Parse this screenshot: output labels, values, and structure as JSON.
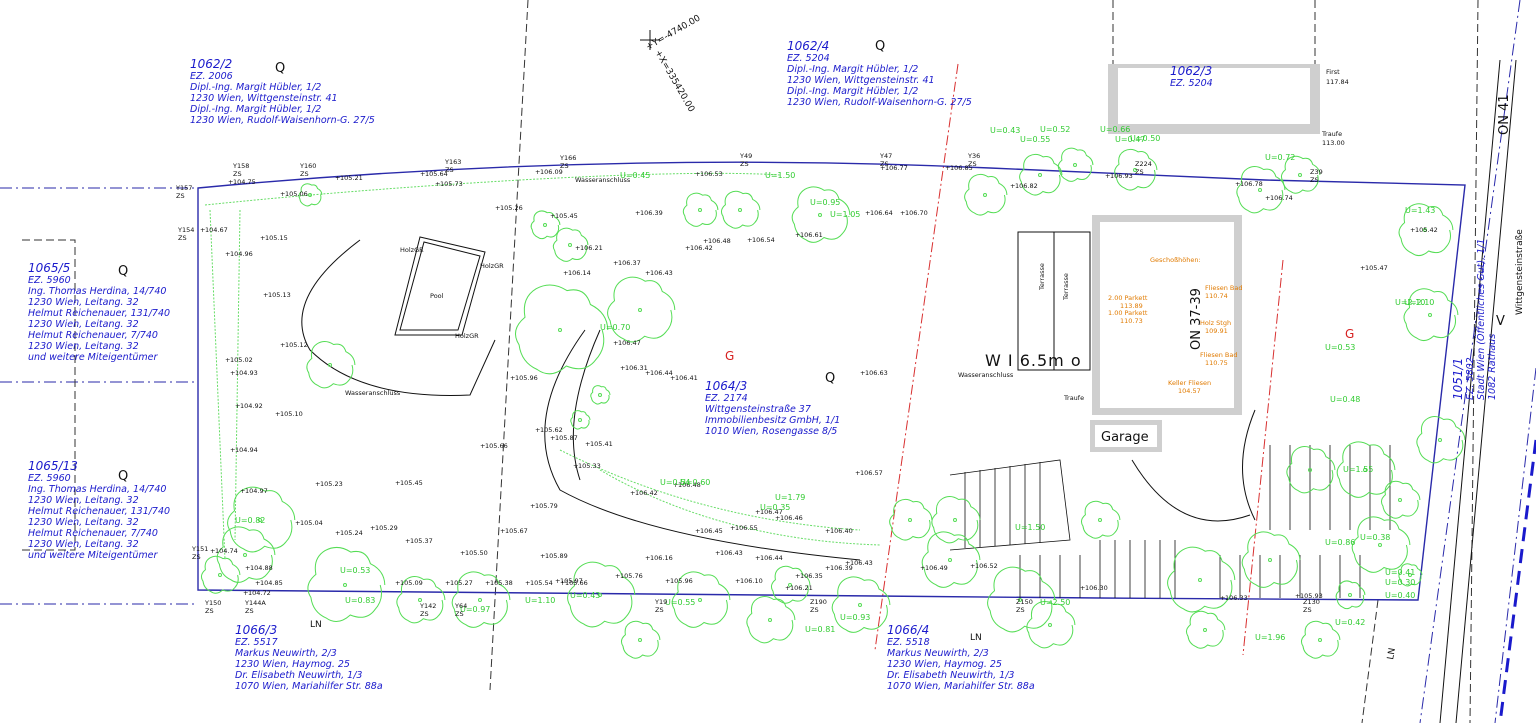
{
  "parcels": [
    {
      "id": "p1062_2",
      "lines": [
        "1062/2",
        "EZ. 2006",
        "Dipl.-Ing. Margit Hübler, 1/2",
        "1230 Wien, Wittgensteinstr. 41",
        "Dipl.-Ing. Margit Hübler, 1/2",
        "1230 Wien, Rudolf-Waisenhorn-G. 27/5"
      ]
    },
    {
      "id": "p1062_4",
      "lines": [
        "1062/4",
        "EZ. 5204",
        "Dipl.-Ing. Margit Hübler, 1/2",
        "1230 Wien, Wittgensteinstr. 41",
        "Dipl.-Ing. Margit Hübler, 1/2",
        "1230 Wien, Rudolf-Waisenhorn-G. 27/5"
      ]
    },
    {
      "id": "p1062_3",
      "lines": [
        "1062/3",
        "EZ. 5204"
      ]
    },
    {
      "id": "p1065_5",
      "lines": [
        "1065/5",
        "EZ. 5960",
        "Ing. Thomas Herdina, 14/740",
        "1230 Wien, Leitang. 32",
        "Helmut Reichenauer, 131/740",
        "1230 Wien, Leitang. 32",
        "Helmut Reichenauer, 7/740",
        "1230 Wien, Leitang. 32",
        "und weitere Miteigentümer"
      ]
    },
    {
      "id": "p1065_13",
      "lines": [
        "1065/13",
        "EZ. 5960",
        "Ing. Thomas Herdina, 14/740",
        "1230 Wien, Leitang. 32",
        "Helmut Reichenauer, 131/740",
        "1230 Wien, Leitang. 32",
        "Helmut Reichenauer, 7/740",
        "1230 Wien, Leitang. 32",
        "und weitere Miteigentümer"
      ]
    },
    {
      "id": "p1064_3",
      "lines": [
        "1064/3",
        "EZ. 2174",
        "Wittgensteinstraße 37",
        "Immobilienbesitz GmbH, 1/1",
        "1010 Wien, Rosengasse 8/5"
      ]
    },
    {
      "id": "p1066_3",
      "lines": [
        "1066/3",
        "EZ. 5517",
        "Markus Neuwirth, 2/3",
        "1230 Wien, Haymog. 25",
        "Dr. Elisabeth Neuwirth, 1/3",
        "1070 Wien, Mariahilfer Str. 88a"
      ]
    },
    {
      "id": "p1066_4",
      "lines": [
        "1066/4",
        "EZ. 5518",
        "Markus Neuwirth, 2/3",
        "1230 Wien, Haymog. 25",
        "Dr. Elisabeth Neuwirth, 1/3",
        "1070 Wien, Mariahilfer Str. 88a"
      ]
    },
    {
      "id": "p1051_1",
      "lines": [
        "1051/1",
        "EZ. 5802",
        "Stadt Wien (Öffentliches Gut), 1/1",
        "1082 Rathaus"
      ]
    }
  ],
  "street": {
    "name": "Wittgensteinstraße",
    "code": "V",
    "on41": "ON 41"
  },
  "building": {
    "number": "ON 37-39",
    "zone": "W I 6.5m o",
    "garage": "Garage",
    "floors_title": "Geschoßhöhen:",
    "floors": [
      "Fliesen Bad",
      "110.74",
      "2.00 Parkett",
      "113.89",
      "1.00 Parkett",
      "110.73",
      "Holz Stgh",
      "109.91",
      "Fliesen Bad",
      "110.75",
      "Keller Fliesen",
      "104.57"
    ],
    "terrace": "Terrasse",
    "pool": "Pool",
    "holzgr": "HolzGR"
  },
  "coords": {
    "y": "+Y=-4740.00",
    "x": "+X=335420.00"
  },
  "labels": {
    "Q": "Q",
    "G": "G",
    "LN": "LN",
    "Wasseranschluss": "Wasseranschluss",
    "Traufe": "Traufe",
    "First": "First",
    "First_h": "117.84",
    "Traufe_h": "113.00",
    "ZS": "ZS"
  },
  "points": [
    [
      "Y157",
      "ZS"
    ],
    [
      "Y158",
      "ZS"
    ],
    [
      "Y160",
      "ZS"
    ],
    [
      "Y163",
      "ZS"
    ],
    [
      "Y166",
      "ZS"
    ],
    [
      "Y49",
      "ZS"
    ],
    [
      "Y47",
      "ZS"
    ],
    [
      "Y36",
      "ZS"
    ],
    [
      "Z224",
      "ZS"
    ],
    [
      "Z39",
      "ZS"
    ],
    [
      "Y154",
      "ZS"
    ],
    [
      "Y151",
      "ZS"
    ],
    [
      "Y150",
      "ZS"
    ],
    [
      "Y144A",
      "ZS"
    ],
    [
      "Y142",
      "ZS"
    ],
    [
      "Y64",
      "ZS"
    ],
    [
      "Y19",
      "ZS"
    ],
    [
      "Z190",
      "ZS"
    ],
    [
      "Z150",
      "ZS"
    ],
    [
      "Z130",
      "ZS"
    ]
  ],
  "heights_top": [
    "104.75",
    "105.21",
    "105.64",
    "105.73",
    "106.09",
    "106.53",
    "106.77",
    "106.85",
    "106.82",
    "106.93",
    "106.78",
    "106.74",
    "105.47",
    "105.42"
  ],
  "heights_mid": [
    "104.67",
    "104.96",
    "105.15",
    "105.13",
    "105.06",
    "105.12",
    "105.02",
    "104.93",
    "104.92",
    "105.10",
    "104.94",
    "104.97",
    "104.74",
    "104.88",
    "104.85",
    "104.72"
  ],
  "heights_low": [
    "105.23",
    "105.45",
    "105.04",
    "105.24",
    "105.29",
    "105.37",
    "105.50",
    "105.67",
    "105.89",
    "105.97",
    "106.16",
    "106.35",
    "106.39",
    "106.43",
    "106.49",
    "106.52",
    "105.09",
    "105.27",
    "105.38",
    "105.54",
    "105.66",
    "105.76",
    "105.96",
    "106.10",
    "106.21",
    "106.30",
    "106.33",
    "105.93"
  ],
  "heights_center": [
    "105.26",
    "105.45",
    "106.39",
    "106.43",
    "106.42",
    "106.48",
    "106.54",
    "106.61",
    "106.64",
    "106.70",
    "106.21",
    "106.14",
    "106.37",
    "106.31",
    "106.47",
    "106.44",
    "106.41",
    "106.63",
    "106.57",
    "105.96",
    "105.66",
    "105.62",
    "105.87",
    "105.41",
    "105.33",
    "105.79",
    "106.42",
    "106.48",
    "106.45",
    "106.55",
    "106.47",
    "106.46",
    "106.40",
    "106.44",
    "106.43"
  ],
  "green_u": [
    "U=0.45",
    "U=0.70",
    "U=1.50",
    "U=0.95",
    "U=1.05",
    "U=0.43",
    "U=0.52",
    "U=0.55",
    "U=0.66",
    "U=0.47",
    "U=0.50",
    "U=0.72",
    "U=1.43",
    "U=2.10",
    "U=0.48",
    "U=0.53",
    "U=1.79",
    "U=0.35",
    "U=0.54",
    "U=0.60",
    "U=0.82",
    "U=0.53",
    "U=0.83",
    "U=0.97",
    "U=1.10",
    "U=0.43",
    "U=0.55",
    "U=0.81",
    "U=0.93",
    "U=1.50",
    "U=2.50",
    "U=0.86",
    "U=1.96",
    "U=0.42",
    "U=0.40",
    "U=0.38",
    "U=0.30",
    "U=0.41",
    "U=2.10",
    "U=1.55"
  ]
}
